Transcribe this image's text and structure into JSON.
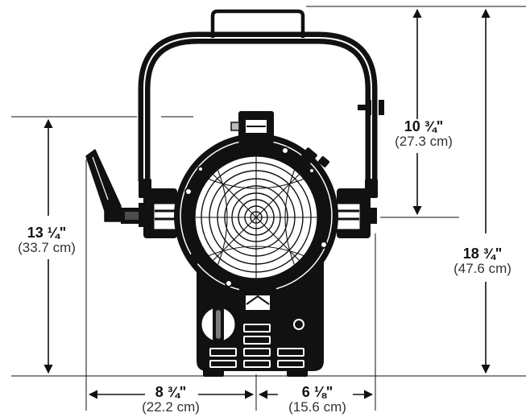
{
  "dimensions": {
    "yoke_height": {
      "label": "10 ¾\"",
      "metric": "(27.3 cm)"
    },
    "body_height": {
      "label": "13 ¼\"",
      "metric": "(33.7 cm)"
    },
    "overall_height": {
      "label": "18 ¾\"",
      "metric": "(47.6 cm)"
    },
    "left_width": {
      "label": "8 ¾\"",
      "metric": "(22.2 cm)"
    },
    "right_width": {
      "label": "6 ⅛\"",
      "metric": "(15.6 cm)"
    }
  },
  "colors": {
    "line": "#111111",
    "background": "#ffffff"
  }
}
